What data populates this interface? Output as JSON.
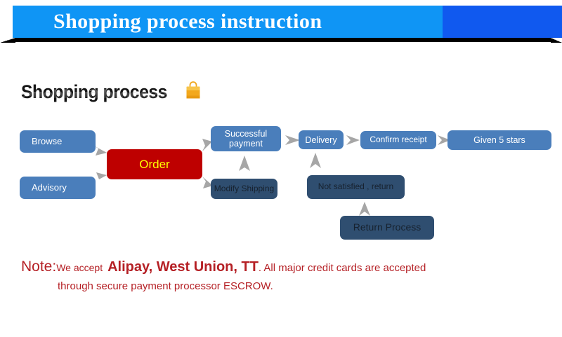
{
  "header": {
    "title": "Shopping process instruction",
    "bg_primary": "#0f95f5",
    "bg_secondary": "#1059ef"
  },
  "section": {
    "title": "Shopping process",
    "icon": "shopping-bag-icon",
    "icon_color": "#f0a71e"
  },
  "flowchart": {
    "nodes": [
      {
        "id": "browse",
        "label": "Browse",
        "style": "light"
      },
      {
        "id": "advisory",
        "label": "Advisory",
        "style": "light"
      },
      {
        "id": "order",
        "label": "Order",
        "style": "red"
      },
      {
        "id": "successful",
        "label": "Successful payment",
        "style": "light"
      },
      {
        "id": "modify",
        "label": "Modify Shipping",
        "style": "dark"
      },
      {
        "id": "delivery",
        "label": "Delivery",
        "style": "light"
      },
      {
        "id": "notsat",
        "label": "Not satisfied , return",
        "style": "dark"
      },
      {
        "id": "confirm",
        "label": "Confirm receipt",
        "style": "light"
      },
      {
        "id": "stars",
        "label": "Given 5 stars",
        "style": "light"
      },
      {
        "id": "return",
        "label": "Return Process",
        "style": "dark"
      }
    ],
    "colors": {
      "node_light": "#4a7ebb",
      "node_dark": "#2f4e70",
      "node_red": "#be0000",
      "order_text": "#ffff00",
      "arrow": "#a6a6a6"
    }
  },
  "note": {
    "label": "Note:",
    "lead": "We accept",
    "methods": "Alipay, West Union, TT",
    "tail": ". All major credit cards are accepted",
    "line2": "through secure payment processor ESCROW.",
    "color": "#b52025"
  }
}
